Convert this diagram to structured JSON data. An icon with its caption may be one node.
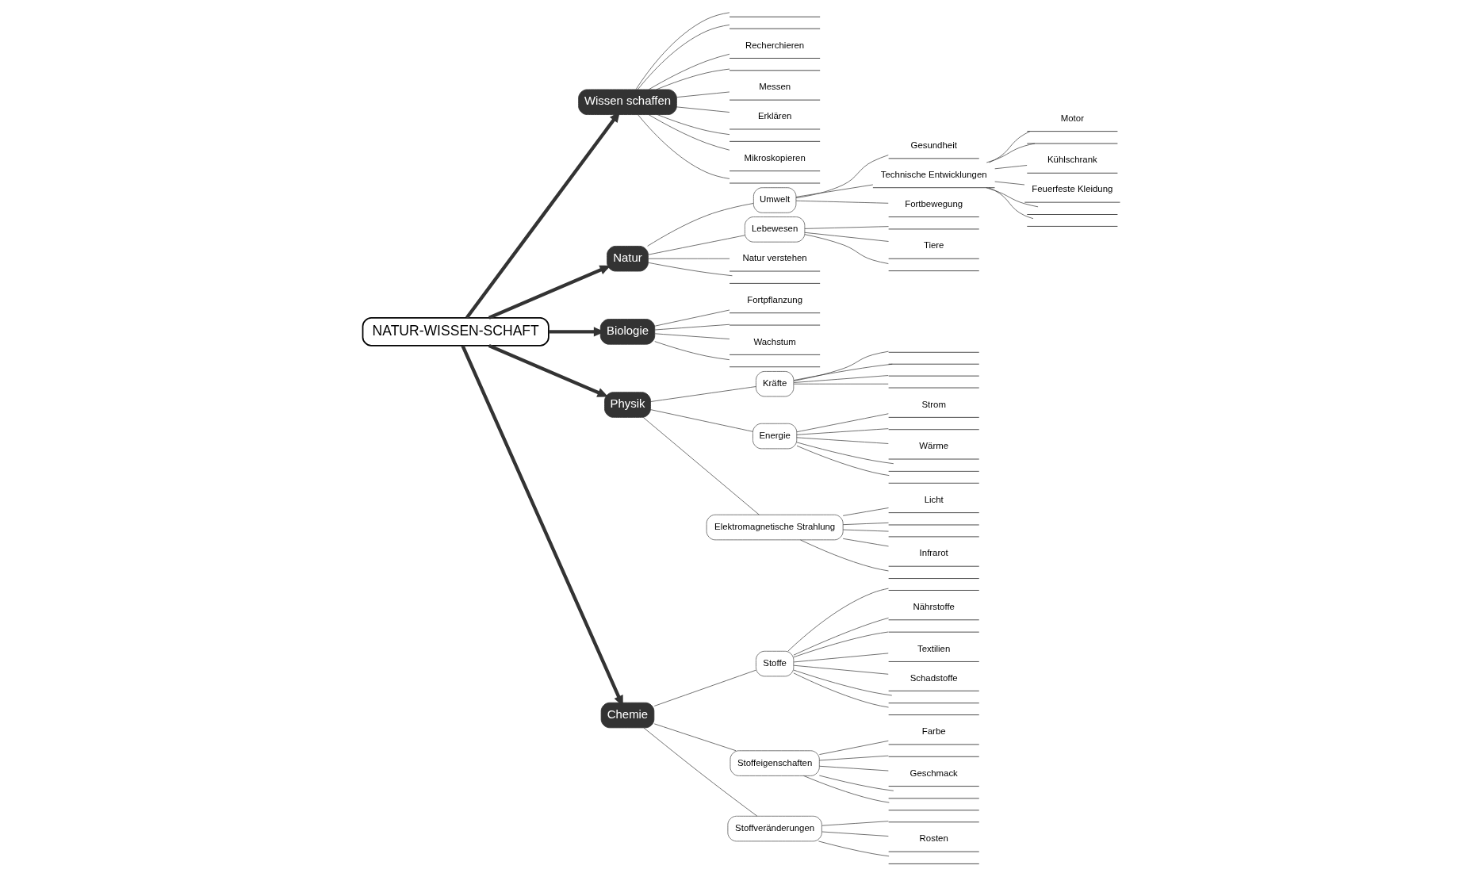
{
  "diagram": {
    "nodes": [
      {
        "text": [
          "NATUR-WISSEN-SCHAFT"
        ]
      },
      {
        "text": [
          "Wissen schaffen"
        ]
      },
      {
        "text": [
          "Natur"
        ]
      },
      {
        "text": [
          "Biologie"
        ]
      },
      {
        "text": [
          "Physik"
        ]
      },
      {
        "text": [
          "Chemie"
        ]
      },
      {
        "text": [
          "Umwelt"
        ]
      },
      {
        "text": [
          "Lebewesen"
        ]
      },
      {
        "text": [
          "Natur verstehen"
        ]
      },
      {
        "text": [
          "Kräfte"
        ]
      },
      {
        "text": [
          "Energie"
        ]
      },
      {
        "text": [
          "Elektromagnetische Strahlung"
        ]
      },
      {
        "text": [
          "Stoffe"
        ]
      },
      {
        "text": [
          "Stoffeigenschaften"
        ]
      },
      {
        "text": [
          "Stoffveränderungen"
        ]
      },
      {
        "text": [
          "Gesundheit"
        ]
      },
      {
        "text": [
          "Technische Entwicklungen"
        ]
      },
      {
        "text": [
          "Fortbewegung"
        ]
      },
      {
        "text": [
          "Motor"
        ]
      },
      {
        "text": [],
        "shape": "line"
      },
      {
        "text": [
          "Kühlschrank"
        ]
      },
      {
        "text": [
          "Feuerfeste Kleidung"
        ]
      },
      {
        "text": [],
        "shape": "line"
      },
      {
        "text": [],
        "shape": "line"
      },
      {
        "text": [],
        "shape": "line"
      },
      {
        "text": [],
        "shape": "line"
      },
      {
        "text": [
          "Recherchieren"
        ]
      },
      {
        "text": [],
        "shape": "line"
      },
      {
        "text": [
          "Messen"
        ]
      },
      {
        "text": [
          "Erklären"
        ]
      },
      {
        "text": [],
        "shape": "line"
      },
      {
        "text": [
          "Mikroskopieren"
        ]
      },
      {
        "text": [],
        "shape": "line"
      },
      {
        "text": [],
        "shape": "line"
      },
      {
        "text": [
          "Tiere"
        ]
      },
      {
        "text": [],
        "shape": "line"
      },
      {
        "text": [],
        "shape": "line"
      },
      {
        "text": [
          "Fortpflanzung"
        ]
      },
      {
        "text": [],
        "shape": "line"
      },
      {
        "text": [
          "Wachstum"
        ]
      },
      {
        "text": [],
        "shape": "line"
      },
      {
        "text": [],
        "shape": "line"
      },
      {
        "text": [],
        "shape": "line"
      },
      {
        "text": [],
        "shape": "line"
      },
      {
        "text": [],
        "shape": "line"
      },
      {
        "text": [
          "Strom"
        ]
      },
      {
        "text": [],
        "shape": "line"
      },
      {
        "text": [
          "Wärme"
        ]
      },
      {
        "text": [],
        "shape": "line"
      },
      {
        "text": [],
        "shape": "line"
      },
      {
        "text": [
          "Licht"
        ]
      },
      {
        "text": [],
        "shape": "line"
      },
      {
        "text": [],
        "shape": "line"
      },
      {
        "text": [
          "Infrarot"
        ]
      },
      {
        "text": [],
        "shape": "line"
      },
      {
        "text": [],
        "shape": "line"
      },
      {
        "text": [
          "Nährstoffe"
        ]
      },
      {
        "text": [],
        "shape": "line"
      },
      {
        "text": [
          "Textilien"
        ]
      },
      {
        "text": [
          "Schadstoffe"
        ]
      },
      {
        "text": [],
        "shape": "line"
      },
      {
        "text": [],
        "shape": "line"
      },
      {
        "text": [
          "Farbe"
        ]
      },
      {
        "text": [],
        "shape": "line"
      },
      {
        "text": [
          "Geschmack"
        ]
      },
      {
        "text": [],
        "shape": "line"
      },
      {
        "text": [],
        "shape": "line"
      },
      {
        "text": [],
        "shape": "line"
      },
      {
        "text": [
          "Rosten"
        ]
      },
      {
        "text": [],
        "shape": "line"
      }
    ],
    "edges": [
      {
        "from": 0,
        "to": 1,
        "arrow": "to",
        "style": "thick"
      },
      {
        "from": 0,
        "to": 2,
        "arrow": "to",
        "style": "thick"
      },
      {
        "from": 0,
        "to": 3,
        "arrow": "to",
        "style": "thick"
      },
      {
        "from": 0,
        "to": 4,
        "arrow": "to",
        "style": "thick"
      },
      {
        "from": 0,
        "to": 5,
        "arrow": "to",
        "style": "thick"
      },
      {
        "from": 2,
        "to": 6,
        "arrow": "none"
      },
      {
        "from": 2,
        "to": 7,
        "arrow": "none"
      },
      {
        "from": 2,
        "to": 8,
        "arrow": "none"
      },
      {
        "from": 4,
        "to": 9,
        "arrow": "none"
      },
      {
        "from": 4,
        "to": 10,
        "arrow": "none"
      },
      {
        "from": 4,
        "to": 11,
        "arrow": "none"
      },
      {
        "from": 5,
        "to": 12,
        "arrow": "none"
      },
      {
        "from": 5,
        "to": 13,
        "arrow": "none"
      },
      {
        "from": 5,
        "to": 14,
        "arrow": "none"
      },
      {
        "from": 6,
        "to": 15,
        "arrow": "none"
      },
      {
        "from": 6,
        "to": 16,
        "arrow": "none"
      },
      {
        "from": 6,
        "to": 17,
        "arrow": "none"
      },
      {
        "from": 16,
        "to": 18,
        "arrow": "none"
      },
      {
        "from": 16,
        "to": 19,
        "arrow": "none"
      },
      {
        "from": 16,
        "to": 20,
        "arrow": "none"
      },
      {
        "from": 16,
        "to": 21,
        "arrow": "none"
      },
      {
        "from": 16,
        "to": 22,
        "arrow": "none"
      },
      {
        "from": 16,
        "to": 23,
        "arrow": "none"
      },
      {
        "from": 1,
        "to": 24,
        "arrow": "none"
      },
      {
        "from": 1,
        "to": 25,
        "arrow": "none"
      },
      {
        "from": 1,
        "to": 26,
        "arrow": "none"
      },
      {
        "from": 1,
        "to": 27,
        "arrow": "none"
      },
      {
        "from": 1,
        "to": 28,
        "arrow": "none"
      },
      {
        "from": 1,
        "to": 29,
        "arrow": "none"
      },
      {
        "from": 1,
        "to": 30,
        "arrow": "none"
      },
      {
        "from": 1,
        "to": 31,
        "arrow": "none"
      },
      {
        "from": 1,
        "to": 32,
        "arrow": "none"
      },
      {
        "from": 7,
        "to": 33,
        "arrow": "none"
      },
      {
        "from": 7,
        "to": 34,
        "arrow": "none"
      },
      {
        "from": 7,
        "to": 35,
        "arrow": "none"
      },
      {
        "from": 2,
        "to": 36,
        "arrow": "none"
      },
      {
        "from": 3,
        "to": 37,
        "arrow": "none"
      },
      {
        "from": 3,
        "to": 38,
        "arrow": "none"
      },
      {
        "from": 3,
        "to": 39,
        "arrow": "none"
      },
      {
        "from": 3,
        "to": 40,
        "arrow": "none"
      },
      {
        "from": 9,
        "to": 41,
        "arrow": "none"
      },
      {
        "from": 9,
        "to": 42,
        "arrow": "none"
      },
      {
        "from": 9,
        "to": 43,
        "arrow": "none"
      },
      {
        "from": 9,
        "to": 44,
        "arrow": "none"
      },
      {
        "from": 10,
        "to": 45,
        "arrow": "none"
      },
      {
        "from": 10,
        "to": 46,
        "arrow": "none"
      },
      {
        "from": 10,
        "to": 47,
        "arrow": "none"
      },
      {
        "from": 10,
        "to": 48,
        "arrow": "none"
      },
      {
        "from": 10,
        "to": 49,
        "arrow": "none"
      },
      {
        "from": 11,
        "to": 50,
        "arrow": "none"
      },
      {
        "from": 11,
        "to": 51,
        "arrow": "none"
      },
      {
        "from": 11,
        "to": 52,
        "arrow": "none"
      },
      {
        "from": 11,
        "to": 53,
        "arrow": "none"
      },
      {
        "from": 11,
        "to": 54,
        "arrow": "none"
      },
      {
        "from": 12,
        "to": 55,
        "arrow": "none"
      },
      {
        "from": 12,
        "to": 56,
        "arrow": "none"
      },
      {
        "from": 12,
        "to": 57,
        "arrow": "none"
      },
      {
        "from": 12,
        "to": 58,
        "arrow": "none"
      },
      {
        "from": 12,
        "to": 59,
        "arrow": "none"
      },
      {
        "from": 12,
        "to": 60,
        "arrow": "none"
      },
      {
        "from": 12,
        "to": 61,
        "arrow": "none"
      },
      {
        "from": 13,
        "to": 62,
        "arrow": "none"
      },
      {
        "from": 13,
        "to": 63,
        "arrow": "none"
      },
      {
        "from": 13,
        "to": 64,
        "arrow": "none"
      },
      {
        "from": 13,
        "to": 65,
        "arrow": "none"
      },
      {
        "from": 13,
        "to": 66,
        "arrow": "none"
      },
      {
        "from": 14,
        "to": 67,
        "arrow": "none"
      },
      {
        "from": 14,
        "to": 68,
        "arrow": "none"
      },
      {
        "from": 14,
        "to": 69,
        "arrow": "none"
      }
    ]
  }
}
